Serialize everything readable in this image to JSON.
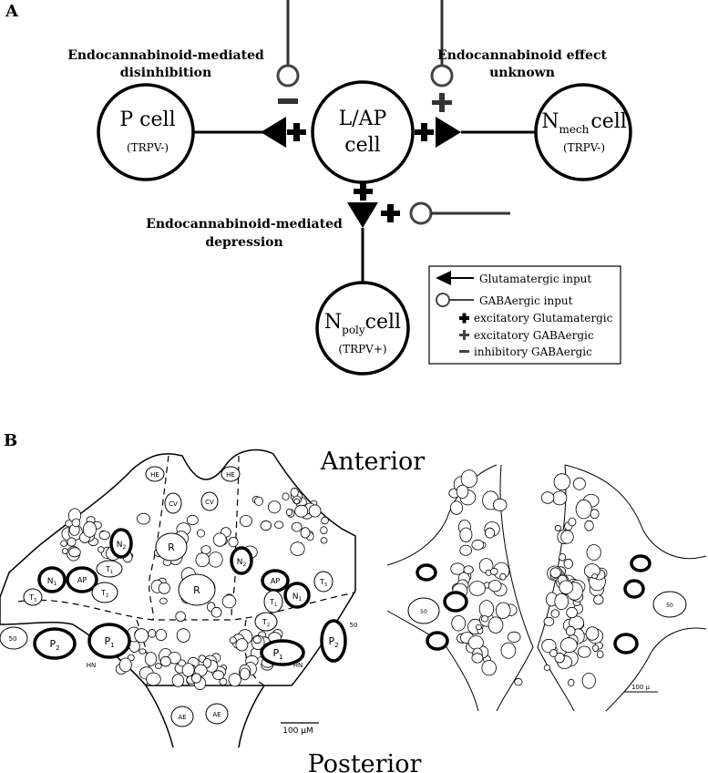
{
  "panel_a": {
    "label": "A",
    "cells": {
      "p_cell": {
        "name": "P cell",
        "sub": "(TRPV-)"
      },
      "lap_cell": {
        "line1": "L/AP",
        "line2": "cell"
      },
      "nmech_cell": {
        "main": "N",
        "sub_index": "mech",
        "after": "cell",
        "sub": "(TRPV-)"
      },
      "npoly_cell": {
        "main": "N",
        "sub_index": "poly",
        "after": "cell",
        "sub": "(TRPV+)"
      }
    },
    "annotations": {
      "disinhibition": {
        "line1": "Endocannabinoid-mediated",
        "line2": "disinhibition"
      },
      "unknown": {
        "line1": "Endocannabinoid effect",
        "line2": "unknown"
      },
      "depression": {
        "line1": "Endocannabinoid-mediated",
        "line2": "depression"
      }
    },
    "legend": [
      {
        "symbol": "triangle-icon",
        "text": "Glutamatergic input"
      },
      {
        "symbol": "open-circle-icon",
        "text": "GABAergic input"
      },
      {
        "symbol": "bold-plus-icon",
        "text": "excitatory Glutamatergic"
      },
      {
        "symbol": "plus-icon",
        "text": "excitatory GABAergic"
      },
      {
        "symbol": "minus-icon",
        "text": "inhibitory GABAergic"
      }
    ]
  },
  "panel_b": {
    "label": "B",
    "anterior": "Anterior",
    "posterior": "Posterior",
    "left_map": {
      "scale_bar": "100 μM",
      "labels": {
        "he_left": "HE",
        "he_right": "HE",
        "cv_left": "CV",
        "cv_right": "CV",
        "r_top_left": "R",
        "r_center": "R",
        "n2_left": "N",
        "n2_left_sub": "2",
        "n2_right": "N",
        "n2_right_sub": "2",
        "n1_left": "N",
        "n1_left_sub": "1",
        "n1_right": "N",
        "n1_right_sub": "1",
        "ap_left": "AP",
        "ap_right": "AP",
        "t1_left": "T",
        "t1_left_sub": "1",
        "t1_right": "T",
        "t1_right_sub": "1",
        "t2_left": "T",
        "t2_left_sub": "2",
        "t2_right": "T",
        "t2_right_sub": "2",
        "t3_left": "T",
        "t3_left_sub": "3",
        "t3_right": "T",
        "t3_right_sub": "3",
        "p2_left": "P",
        "p2_left_sub": "2",
        "p1_left": "P",
        "p1_left_sub": "1",
        "p1_right": "P",
        "p1_right_sub": "1",
        "p2_right": "P",
        "p2_right_sub": "2",
        "hn_left": "HN",
        "hn_right": "HN",
        "ae_left": "AE",
        "ae_right": "AE",
        "n50_left": "50",
        "n50_right": "50"
      }
    },
    "right_map": {
      "scale_bar": "100 μ",
      "labels": {
        "left_50": "50",
        "right_50": "50"
      }
    }
  }
}
